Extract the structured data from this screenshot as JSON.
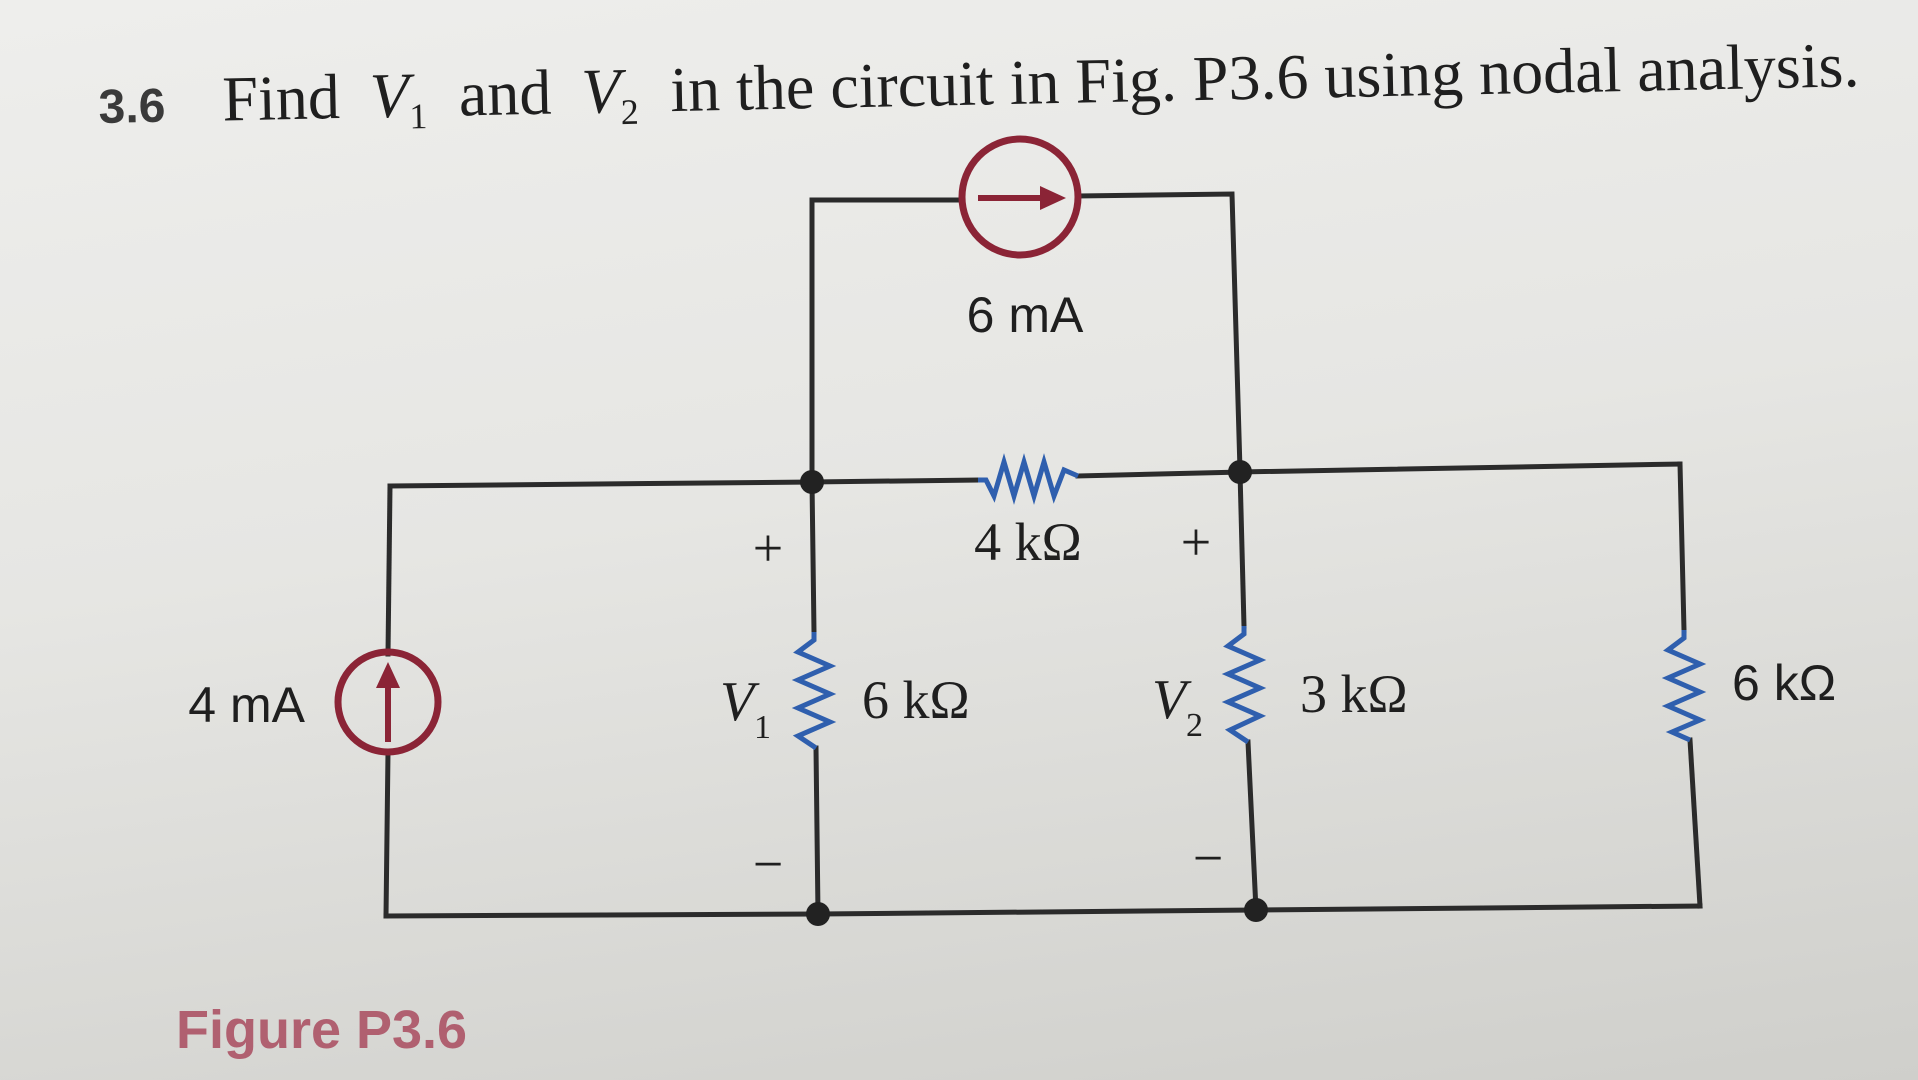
{
  "problem": {
    "number": "3.6",
    "text_find": "Find",
    "v1_symbol": "V",
    "v1_sub": "1",
    "text_and": "and",
    "v2_symbol": "V",
    "v2_sub": "2",
    "text_rest": "in the circuit in Fig. P3.6 using nodal analysis."
  },
  "circuit": {
    "source_left": {
      "label": "4 mA",
      "direction": "up"
    },
    "source_top": {
      "label": "6 mA",
      "direction": "right"
    },
    "resistor_series": {
      "label": "4 kΩ"
    },
    "resistor_v1": {
      "label": "6 kΩ"
    },
    "resistor_v2": {
      "label": "3 kΩ"
    },
    "resistor_right": {
      "label": "6 kΩ"
    },
    "v1": {
      "plus": "+",
      "minus": "−",
      "symbol": "V",
      "sub": "1"
    },
    "v2": {
      "plus": "+",
      "minus": "−",
      "symbol": "V",
      "sub": "2"
    }
  },
  "caption": "Figure P3.6",
  "colors": {
    "resistor": "#2f5fae",
    "source": "#8b2436",
    "caption": "#b06070"
  }
}
